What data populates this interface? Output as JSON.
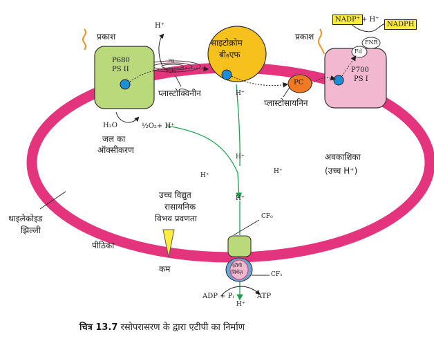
{
  "labels": {
    "prakash_left": "प्रकाश",
    "prakash_right": "प्रकाश",
    "h_plus_top": "H⁺",
    "ps2_line1": "P680",
    "ps2_line2": "PS II",
    "cyt_line1": "साइटोक्रोम",
    "cyt_line2": "बी₆एफ",
    "pq_a": "PQ",
    "pq_b": "PQH₂",
    "plastoquinone": "प्लास्टोक्विनीन",
    "pc": "PC",
    "plastocyanin": "प्लास्टोसायनिन",
    "ps1_line1": "P700",
    "ps1_line2": "PS I",
    "nadp": "NADP⁺",
    "plus_h": "+ H⁺",
    "nadph": "NADPH",
    "fnr": "FNR",
    "fd": "Fd",
    "h2o": "H₂O",
    "o2": "½O₂+ H⁺",
    "water_ox_1": "जल का",
    "water_ox_2": "ऑक्सीकरण",
    "h_plus_a": "H⁺",
    "h_plus_b": "H⁺",
    "h_plus_c": "H⁺",
    "h_plus_d": "H⁺",
    "h_plus_e": "H⁺",
    "lumen_1": "अवकाशिका",
    "lumen_2": "(उच्च H⁺)",
    "grad_1": "उच्च विद्युत",
    "grad_2": "रासायनिक",
    "grad_3": "विभव प्रवणता",
    "kam": "कम",
    "thylakoid_1": "थाइलेकोइड",
    "thylakoid_2": "झिल्ली",
    "stroma": "पीठिका",
    "cf0": "CF₀",
    "cf1": "CF₁",
    "atp_synthase_1": "एटीपी",
    "atp_synthase_2": "सिंथेज़",
    "adp": "ADP + Pᵢ",
    "atp": "ATP",
    "h_plus_bottom": "H⁺",
    "caption_bold": "चित्र 13.7",
    "caption_rest": " रसोपरासरण के द्वारा एटीपी का निर्माण"
  },
  "colors": {
    "membrane": "#e5347e",
    "ps_green": "#b9d97a",
    "ps1_pink": "#f2b8d0",
    "cytochrome": "#f7c11d",
    "pc_orange": "#f07a22",
    "dot_blue": "#1c8ed8",
    "proton_path": "#17a24a",
    "highlight": "#ffec3d"
  }
}
